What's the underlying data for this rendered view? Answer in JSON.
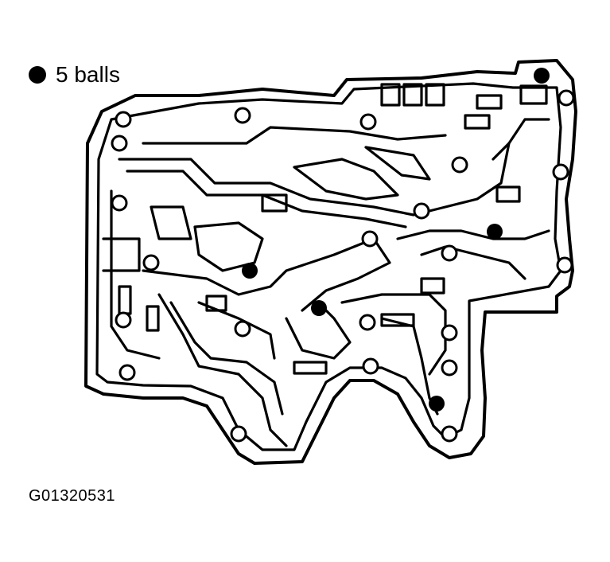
{
  "legend": {
    "label": "5 balls",
    "marker_icon": "filled-circle"
  },
  "figure_id": "G01320531",
  "diagram": {
    "subject": "valve body separator plate",
    "check_ball_count": 5,
    "ink_color": "#000000",
    "background_color": "#ffffff"
  }
}
